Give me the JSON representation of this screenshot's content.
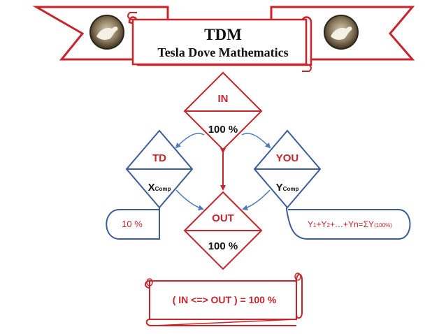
{
  "banner": {
    "title": "TDM",
    "subtitle": "Tesla Dove Mathematics",
    "left_emblem": "dove-medallion-icon",
    "right_emblem": "dove-medallion-icon"
  },
  "nodes": {
    "in": {
      "label": "IN",
      "value": "100 %"
    },
    "td": {
      "label": "TD",
      "var_main": "X",
      "var_sub": "Comp"
    },
    "you": {
      "label": "YOU",
      "var_main": "Y",
      "var_sub": "Comp"
    },
    "out": {
      "label": "OUT",
      "value": "100 %"
    }
  },
  "td_bubble": {
    "text": "10 %"
  },
  "you_bubble": {
    "p1": "Y",
    "s1": "1",
    "p2": "+Y",
    "s2": "2",
    "p3": "+…+Yn=ΣY",
    "s3": "(100%)"
  },
  "scroll": {
    "text": "( IN <=> OUT ) = 100 %"
  },
  "colors": {
    "red": "#c8242b",
    "blue": "#3d5c96",
    "arrow_blue": "#4f79b8",
    "text_dark": "#111111"
  }
}
